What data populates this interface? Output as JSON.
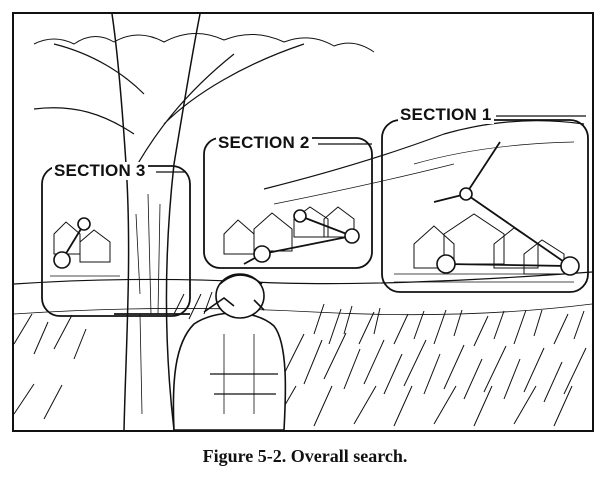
{
  "figure": {
    "sections": [
      {
        "label": "SECTION 1"
      },
      {
        "label": "SECTION 2"
      },
      {
        "label": "SECTION 3"
      }
    ],
    "caption": "Figure 5-2. Overall search."
  }
}
